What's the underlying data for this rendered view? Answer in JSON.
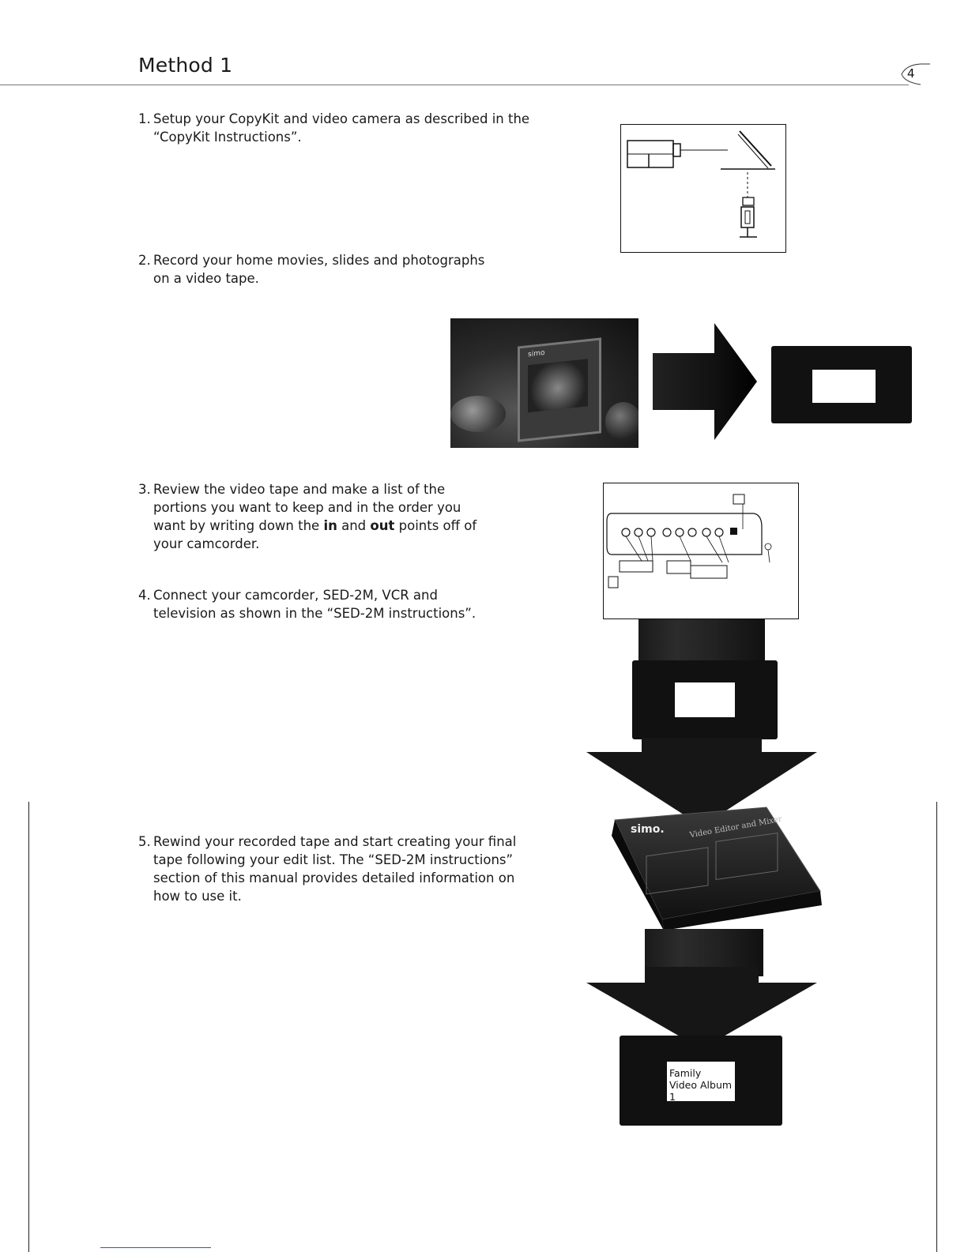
{
  "header": {
    "title": "Method 1",
    "page_number": "4"
  },
  "steps": [
    {
      "number": "1.",
      "lines": [
        "Setup your CopyKit and video camera as described in the",
        "“CopyKit Instructions”."
      ]
    },
    {
      "number": "2.",
      "lines": [
        "Record your home movies, slides and photographs",
        "on a video tape."
      ]
    },
    {
      "number": "3.",
      "line1": "Review the video tape and make a list of the",
      "line2": "portions you want to keep and in the order you",
      "line3_pre": "want by writing down the ",
      "line3_in": "in",
      "line3_mid": " and ",
      "line3_out": "out",
      "line3_post": " points off of",
      "line4": "your camcorder."
    },
    {
      "number": "4.",
      "lines": [
        "Connect your camcorder, SED-2M, VCR and",
        "television as shown in the “SED-2M instructions”."
      ]
    },
    {
      "number": "5.",
      "lines": [
        "Rewind your recorded tape and start creating your final",
        "tape following your edit list. The “SED-2M instructions”",
        "section of this manual provides detailed information on",
        "how to use it."
      ]
    }
  ],
  "figures": {
    "photo_brand": "simo",
    "mixer_brand": "simo.",
    "mixer_name": "Video Editor and Mixer",
    "final_tape_label": [
      "Family",
      "Video Album 1"
    ]
  }
}
